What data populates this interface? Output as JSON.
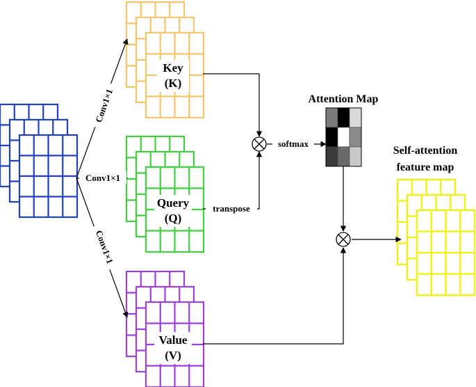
{
  "labels": {
    "conv_top": "Conv1×1",
    "conv_mid": "Conv1×1",
    "conv_bottom": "Conv1×1",
    "key_line1": "Key",
    "key_line2": "(K)",
    "query_line1": "Query",
    "query_line2": "(Q)",
    "value_line1": "Value",
    "value_line2": "(V)",
    "attention_map": "Attention Map",
    "softmax": "softmax",
    "transpose": "transpose",
    "output_line1": "Self-attention",
    "output_line2": "feature map",
    "multiply_symbol_1": "⊗",
    "multiply_symbol_2": "⊗"
  },
  "colors": {
    "input": "#1f3fc4",
    "key": "#f5c56b",
    "query": "#3fcf3f",
    "value": "#9b3fe0",
    "output": "#f2f200",
    "line": "#000000"
  },
  "attention_map_cells": [
    [
      "#7a7a7a",
      "#000000",
      "#d9d9d9"
    ],
    [
      "#000000",
      "#ffffff",
      "#8a8a8a"
    ],
    [
      "#3a3a3a",
      "#6a6a6a",
      "#c8c8c8"
    ]
  ]
}
